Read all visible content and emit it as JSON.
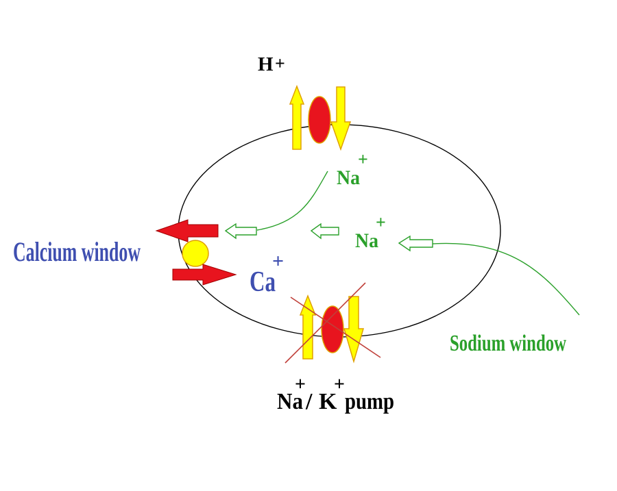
{
  "labels": {
    "proton": "H",
    "proton_charge": "+",
    "sodium_top": "Na",
    "sodium_top_charge": "+",
    "sodium_mid": "Na",
    "sodium_mid_charge": "+",
    "calcium_window": "Calcium window",
    "calcium": "Ca",
    "calcium_charge": "+",
    "sodium_window": "Sodium window",
    "pump_na": "Na",
    "pump_na_charge": "+",
    "pump_slash": "/",
    "pump_k": "K",
    "pump_k_charge": "+",
    "pump_word": "pump"
  },
  "colors": {
    "membrane": "#000000",
    "transporter_body": "#e8141e",
    "transport_arrow_fill": "#ffff00",
    "transport_arrow_stroke": "#e0a000",
    "calcium_arrow": "#e8141e",
    "calcium_channel": "#ffff00",
    "sodium_text": "#2aa02a",
    "calcium_text": "#3f4fb0",
    "cross_out": "#c0403a",
    "label_black": "#000000"
  },
  "icons": {
    "proton_exchanger": "up-down-arrows-with-oval",
    "pump": "up-down-arrows-with-oval-crossed-out",
    "calcium_channel": "yellow-circle-with-red-arrows",
    "sodium_flow": "hollow-green-arrows"
  }
}
